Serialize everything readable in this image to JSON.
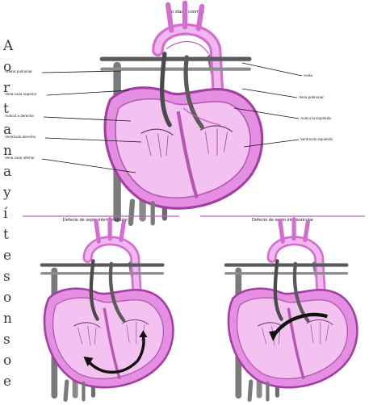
{
  "colors": {
    "heart_light": "#f0b6ee",
    "heart_mid": "#d66cd2",
    "heart_dark": "#a43ea5",
    "vessel_gray": "#7a7a7a",
    "vessel_dark": "#3c3c3c",
    "flow_arrow": "#111111",
    "divider_pink": "#c45cc4"
  },
  "top_panel": {
    "title": "Cło stacle conmo I",
    "left_labels": [
      "Arteria pulmonar",
      "Vena cava superior",
      "Auricul a derecha",
      "Ventriculo derecho",
      "Vena cava inferior"
    ],
    "right_labels": [
      "Aorta",
      "Vena pulmonar",
      "Auricu la izquierda",
      "Ventriculo izquierdo"
    ]
  },
  "bottom_left_panel": {
    "title": "Defecto de septo interventricular"
  },
  "bottom_right_panel": {
    "title": "Defecto de septo interauricular"
  },
  "side_text": [
    "A",
    "o",
    "r",
    "t",
    "a",
    "n",
    "a",
    "y",
    "í",
    "t",
    "e",
    "s",
    "o",
    "n",
    "s",
    "o",
    "e"
  ]
}
